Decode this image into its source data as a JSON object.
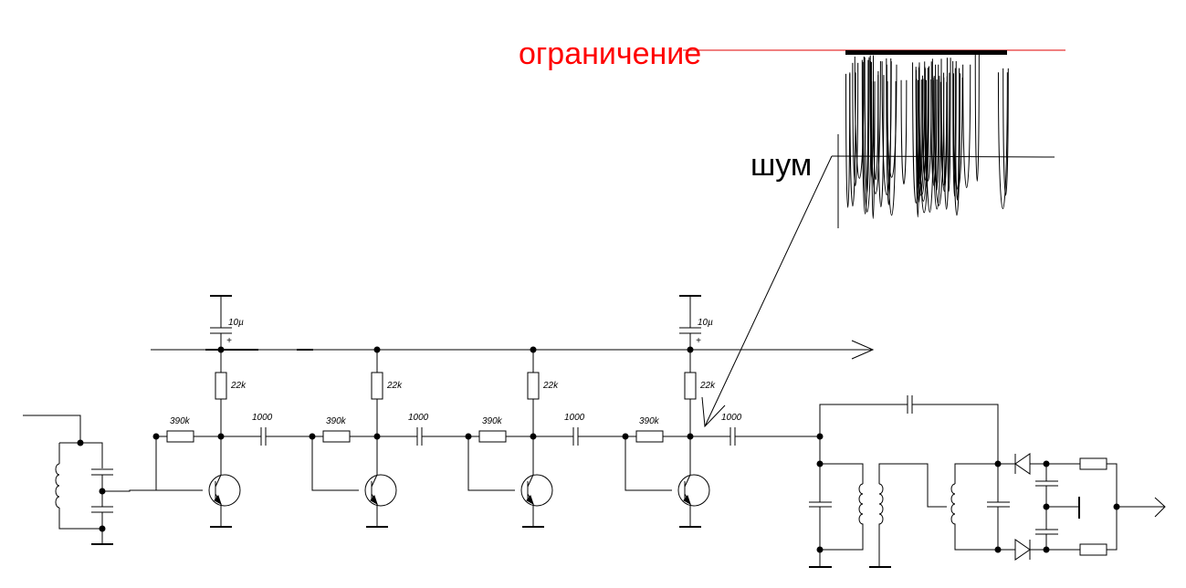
{
  "diagram": {
    "type": "circuit-schematic",
    "annotations": {
      "limit_label": "ограничение",
      "noise_label": "шум"
    },
    "colors": {
      "wire": "#000000",
      "limit_line": "#e00000",
      "limit_text": "#ff0000",
      "background": "#ffffff"
    },
    "decoupling_caps": [
      {
        "label": "10µ",
        "polarity": "+"
      },
      {
        "label": "10µ",
        "polarity": "+"
      }
    ],
    "stages": [
      {
        "collector_resistor": "22k",
        "bias_resistor": "390k",
        "coupling_cap": "1000"
      },
      {
        "collector_resistor": "22k",
        "bias_resistor": "390k",
        "coupling_cap": "1000"
      },
      {
        "collector_resistor": "22k",
        "bias_resistor": "390k",
        "coupling_cap": "1000"
      },
      {
        "collector_resistor": "22k",
        "bias_resistor": "390k",
        "coupling_cap": "1000"
      }
    ],
    "sections": [
      "input-lc-tank",
      "4-stage-transistor-amplifier",
      "ratio-detector"
    ]
  }
}
